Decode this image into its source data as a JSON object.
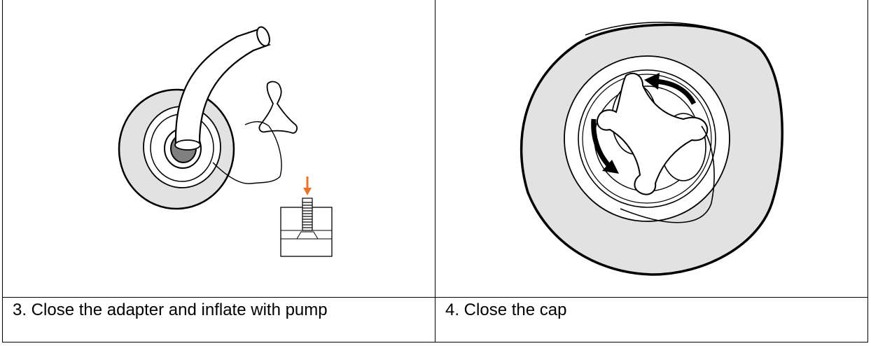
{
  "steps": [
    {
      "caption": "3. Close the adapter and inflate with pump",
      "illustration": "valve-adapter-pump-illustration"
    },
    {
      "caption": "4. Close the cap",
      "illustration": "valve-cap-close-illustration"
    }
  ],
  "colors": {
    "accent_arrow": "#e8742a",
    "gray_fill": "#e2e2e2",
    "ink": "#000000"
  }
}
